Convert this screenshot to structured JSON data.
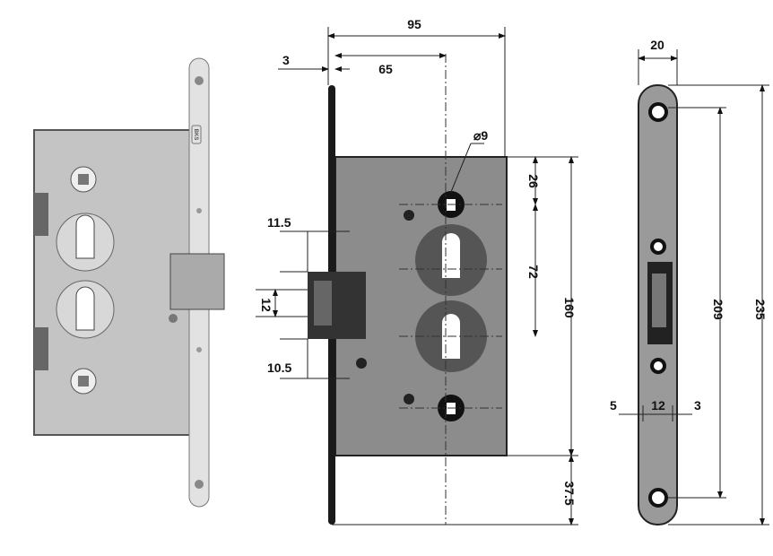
{
  "photo": {
    "brand_mark": "BKS"
  },
  "side_view": {
    "width_total": "95",
    "backset": "65",
    "faceplate_thickness": "3",
    "follower_square": "⌀9",
    "follower_to_top": "26",
    "cylinder_spacing": "72",
    "case_height": "160",
    "case_to_plate_end": "37.5",
    "latch_upper": "11.5",
    "latch_height": "12",
    "latch_lower": "10.5"
  },
  "front_view": {
    "plate_width": "20",
    "hole_spacing": "209",
    "plate_length": "235",
    "slot_left": "5",
    "slot_width": "12",
    "slot_right": "3"
  },
  "colors": {
    "case": "#8c8c8c",
    "steel": "#c9c9c9",
    "dark": "#1a1a1a"
  }
}
